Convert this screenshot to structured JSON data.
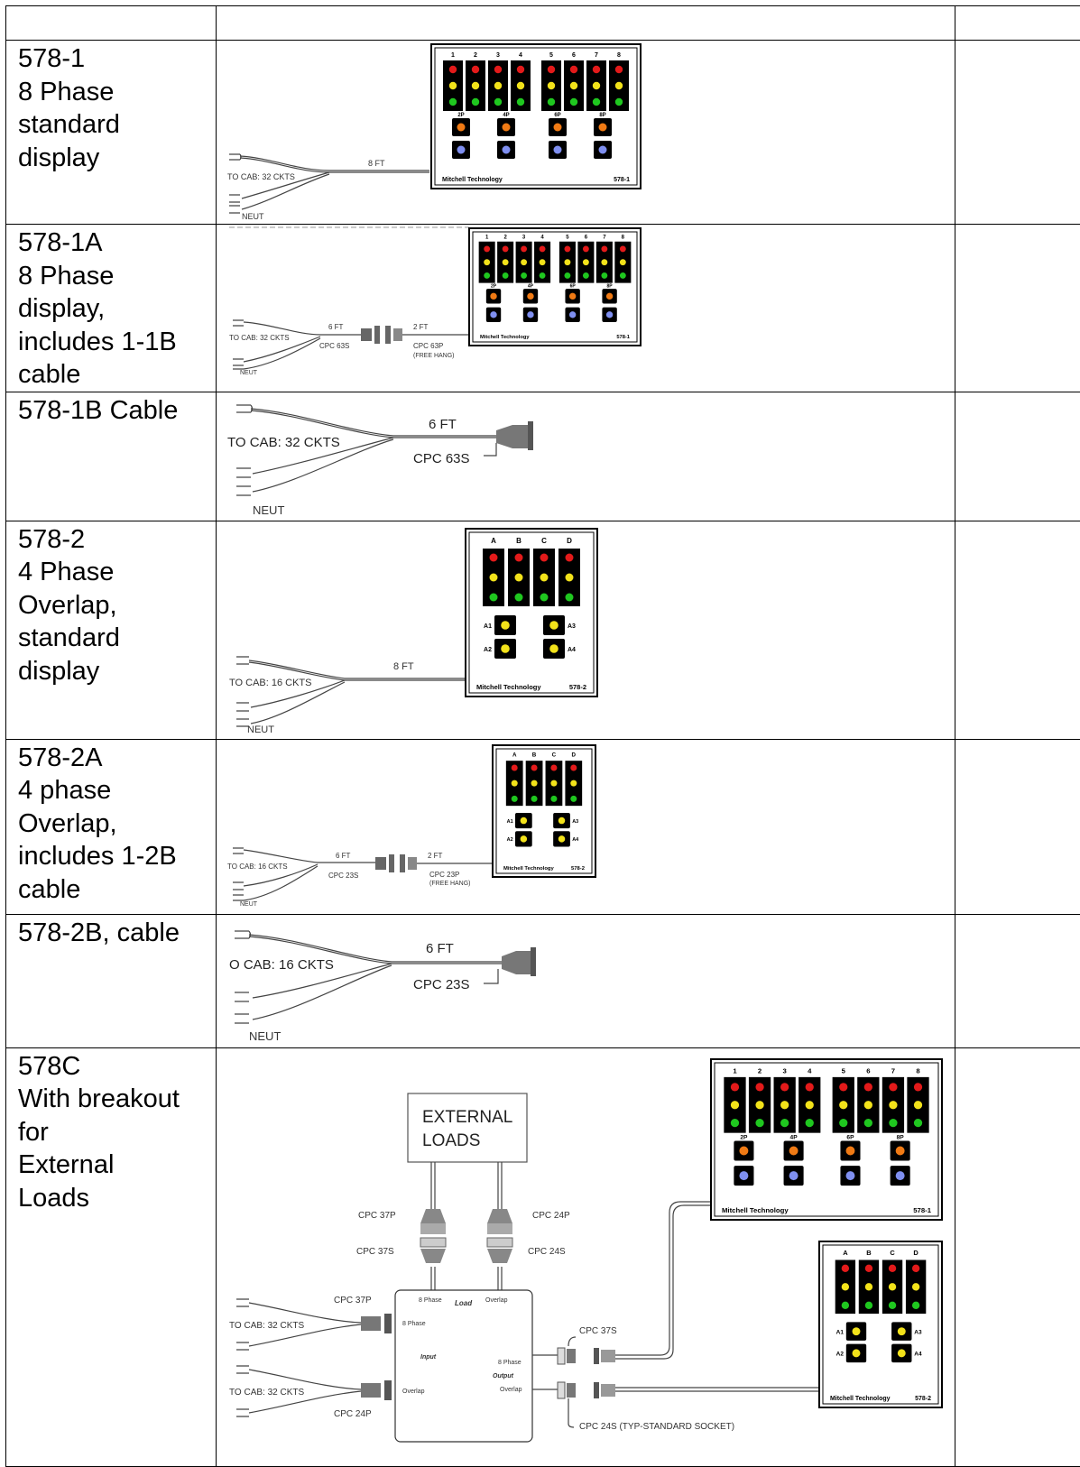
{
  "rows": [
    {
      "label": "578-1\n8 Phase\nstandard\ndisplay",
      "panel": {
        "phases": [
          "1",
          "2",
          "3",
          "4",
          "5",
          "6",
          "7",
          "8"
        ],
        "peds": [
          "2P",
          "4P",
          "6P",
          "8P"
        ],
        "brand": "Mitchell Technology",
        "model": "578-1"
      },
      "cable": {
        "to_cab": "TO CAB: 32 CKTS",
        "length": "8 FT",
        "neut": "NEUT"
      }
    },
    {
      "label": "578-1A\n8 Phase\ndisplay,\nincludes 1-1B\ncable",
      "panel": {
        "phases": [
          "1",
          "2",
          "3",
          "4",
          "5",
          "6",
          "7",
          "8"
        ],
        "peds": [
          "2P",
          "4P",
          "6P",
          "8P"
        ],
        "brand": "Mitchell Technology",
        "model": "578-1"
      },
      "cable": {
        "to_cab": "TO CAB: 32 CKTS",
        "length1": "6 FT",
        "length2": "2 FT",
        "conn1": "CPC 63S",
        "conn2": "CPC 63P",
        "conn2_note": "(FREE HANG)",
        "neut": "NEUT"
      }
    },
    {
      "label": "578-1B Cable",
      "cable": {
        "to_cab": "TO CAB: 32 CKTS",
        "length": "6 FT",
        "conn": "CPC 63S",
        "neut": "NEUT"
      }
    },
    {
      "label": "578-2\n4 Phase\nOverlap,\nstandard\ndisplay",
      "panel": {
        "phases": [
          "A",
          "B",
          "C",
          "D"
        ],
        "overlaps": [
          "A1",
          "A2",
          "A3",
          "A4"
        ],
        "brand": "Mitchell Technology",
        "model": "578-2"
      },
      "cable": {
        "to_cab": "TO CAB: 16 CKTS",
        "length": "8 FT",
        "neut": "NEUT"
      }
    },
    {
      "label": "578-2A\n4 phase\nOverlap,\nincludes 1-2B\ncable",
      "panel": {
        "phases": [
          "A",
          "B",
          "C",
          "D"
        ],
        "overlaps": [
          "A1",
          "A2",
          "A3",
          "A4"
        ],
        "brand": "Mitchell Technology",
        "model": "578-2"
      },
      "cable": {
        "to_cab": "TO CAB: 16 CKTS",
        "length1": "6 FT",
        "length2": "2 FT",
        "conn1": "CPC 23S",
        "conn2": "CPC 23P",
        "conn2_note": "(FREE HANG)",
        "neut": "NEUT"
      }
    },
    {
      "label": "578-2B, cable",
      "cable": {
        "to_cab": "O CAB: 16 CKTS",
        "length": "6 FT",
        "conn": "CPC 23S",
        "neut": "NEUT"
      }
    },
    {
      "label": "578C\nWith breakout\nfor\nExternal\nLoads",
      "breakout": {
        "external": [
          "EXTERNAL",
          "LOADS"
        ],
        "cpc37p": "CPC 37P",
        "cpc24p": "CPC 24P",
        "cpc37s": "CPC 37S",
        "cpc24s": "CPC 24S",
        "box_8phase_top": "8 Phase",
        "box_load": "Load",
        "box_overlap_top": "Overlap",
        "box_8phase_in": "8 Phase",
        "box_input": "Input",
        "box_8phase_out": "8 Phase",
        "box_output": "Output",
        "box_overlap_out": "Overlap",
        "box_overlap_in": "Overlap",
        "cab1": "TO CAB: 32 CKTS",
        "cab2": "TO CAB: 32 CKTS",
        "in_cpc37p": "CPC 37P",
        "in_cpc24p": "CPC 24P",
        "out_cpc37s": "CPC 37S",
        "out_cpc24s": "CPC 24S (TYP-STANDARD SOCKET)",
        "panel8": {
          "phases": [
            "1",
            "2",
            "3",
            "4",
            "5",
            "6",
            "7",
            "8"
          ],
          "peds": [
            "2P",
            "4P",
            "6P",
            "8P"
          ],
          "brand": "Mitchell Technology",
          "model": "578-1"
        },
        "panel4": {
          "phases": [
            "A",
            "B",
            "C",
            "D"
          ],
          "overlaps": [
            "A1",
            "A2",
            "A3",
            "A4"
          ],
          "brand": "Mitchell Technology",
          "model": "578-2"
        }
      }
    }
  ],
  "colors": {
    "red": "#e31a1a",
    "yellow": "#f2e21a",
    "green": "#1fc71f",
    "orange": "#f07a14",
    "blue": "#7f8ff0",
    "black": "#000000"
  }
}
